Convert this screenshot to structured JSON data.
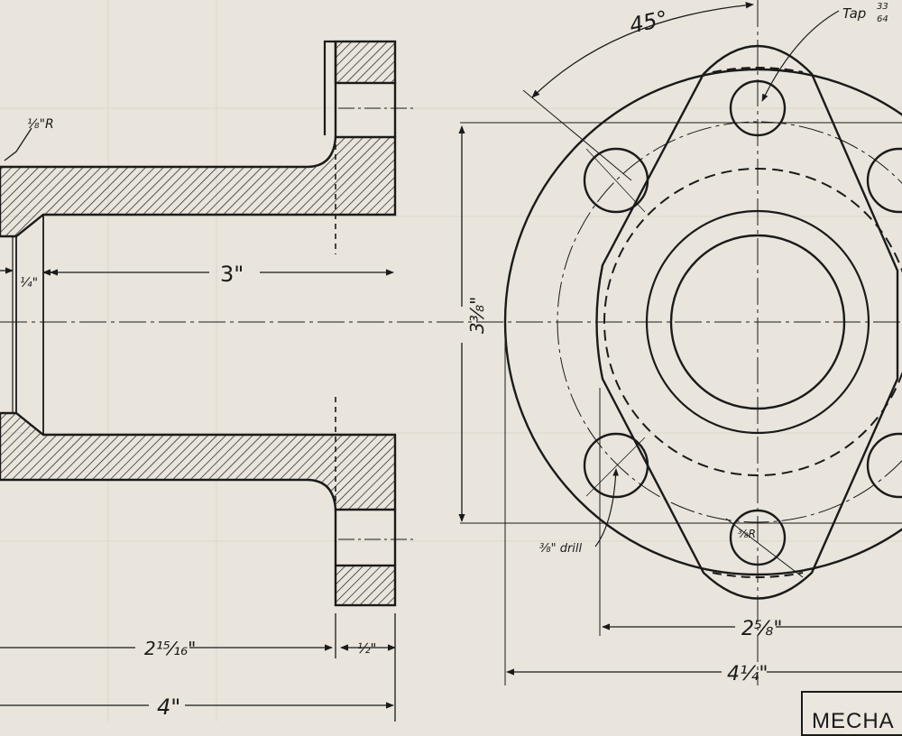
{
  "palette": {
    "paper": "#e9e5dc",
    "ink": "#1a1a1a",
    "faint_grid": "#d6d1c5"
  },
  "side_view": {
    "fillet_note": "⅛\"R",
    "bore_depth": "3\"",
    "chamfer_width": "¼\"",
    "hub_length": "2¹⁵⁄₁₆\"",
    "flange_thickness": "½\"",
    "overall_length": "4\""
  },
  "front_view": {
    "angle": "45°",
    "tap_note": "Tap",
    "tap_fraction_num": "33",
    "tap_fraction_den": "64",
    "bolt_circle_dia": "3⅜\"",
    "drill_note": "⅜\" drill",
    "bolt_spacing": "2⅝\"",
    "flange_dia": "4¼\"",
    "fillet_note": "⅜R"
  },
  "title_block": {
    "text": "MECHA"
  }
}
